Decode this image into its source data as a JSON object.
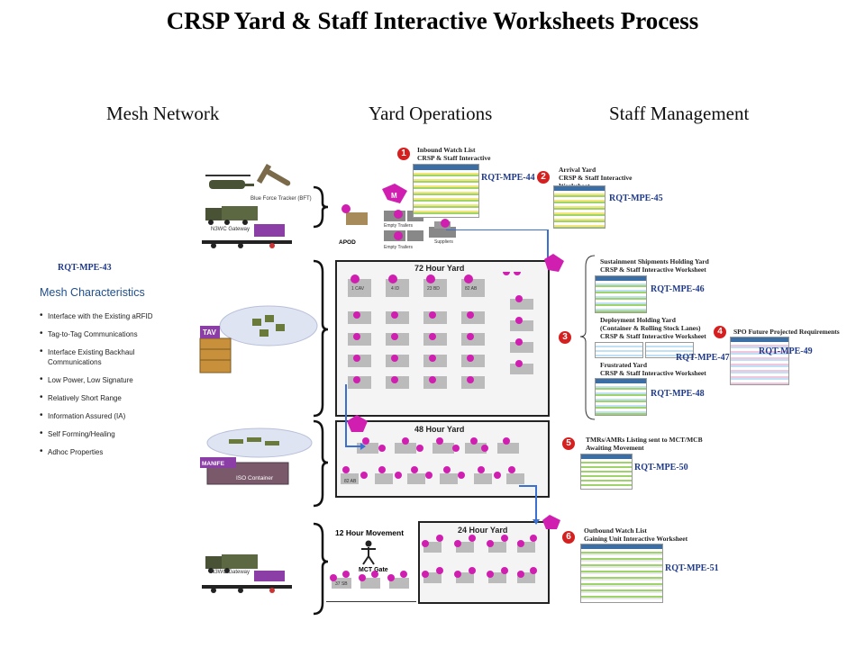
{
  "title": "CRSP Yard & Staff Interactive Worksheets Process",
  "columns": {
    "mesh": "Mesh Network",
    "yard": "Yard Operations",
    "staff": "Staff Management"
  },
  "mesh": {
    "rqt": "RQT-MPE-43",
    "characteristics_title": "Mesh Characteristics",
    "characteristics": [
      "Interface with the Existing aRFID",
      "Tag-to-Tag Communications",
      "Interface Existing Backhaul Communications",
      "Low Power, Low Signature",
      "Relatively Short Range",
      "Information Assured (IA)",
      "Self Forming/Healing",
      "Adhoc Properties"
    ],
    "bft_label": "Blue Force Tracker (BFT)",
    "gateway_label_1": "N3WC Gateway",
    "gateway_label_2": "N3WC Gateway",
    "tav_label": "TAV",
    "manifest_label": "MANIFE",
    "iso_label": "ISO Container"
  },
  "yard": {
    "mesh_node": "M",
    "apod": "APOD",
    "empty_trailers": "Empty Trailers",
    "suppliers": "Suppliers",
    "yard72": "72 Hour Yard",
    "yard48": "48 Hour Yard",
    "yard24": "24 Hour Yard",
    "movement12": "12 Hour Movement",
    "mct_gate": "MCT Gate",
    "units72": [
      "1 CAV",
      "4 ID",
      "23 BD",
      "82 AB"
    ],
    "unit48": "82 AB",
    "unit24": "37 SB"
  },
  "staff": {
    "s1": {
      "num": "1",
      "title1": "Inbound  Watch List",
      "title2": "CRSP & Staff Interactive",
      "rqt": "RQT-MPE-44"
    },
    "s2": {
      "num": "2",
      "title1": "Arrival Yard",
      "title2": "CRSP & Staff Interactive",
      "title3": "Worksheet",
      "rqt": "RQT-MPE-45"
    },
    "s3": {
      "num": "3",
      "a_title1": "Sustainment Shipments Holding Yard",
      "a_title2": "CRSP & Staff Interactive Worksheet",
      "a_rqt": "RQT-MPE-46",
      "b_title1": "Deployment Holding Yard",
      "b_title2": "(Container & Rolling Stock Lanes)",
      "b_title3": "CRSP & Staff Interactive Worksheet",
      "b_rqt": "RQT-MPE-47",
      "c_title1": "Frustrated Yard",
      "c_title2": "CRSP & Staff Interactive Worksheet",
      "c_rqt": "RQT-MPE-48"
    },
    "s4": {
      "num": "4",
      "title": "SPO Future Projected Requirements",
      "rqt": "RQT-MPE-49"
    },
    "s5": {
      "num": "5",
      "title1": "TMRs/AMRs Listing sent to MCT/MCB",
      "title2": "Awaiting Movement",
      "rqt": "RQT-MPE-50"
    },
    "s6": {
      "num": "6",
      "title1": "Outbound  Watch List",
      "title2": "Gaining Unit Interactive Worksheet",
      "rqt": "RQT-MPE-51"
    }
  },
  "colors": {
    "rqt": "#1f3a8a",
    "badge": "#d62020",
    "mesh_node": "#d01fb0",
    "flow_arrow": "#3b6fd1"
  }
}
